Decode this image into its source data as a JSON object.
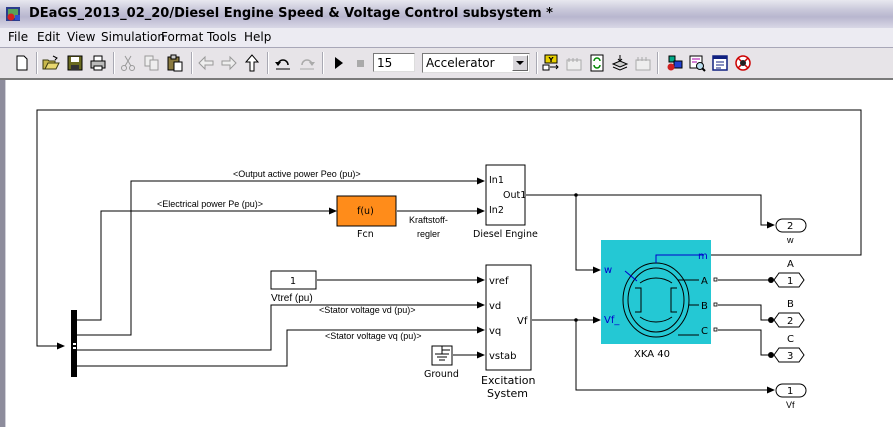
{
  "window": {
    "title": "DEaGS_2013_02_20/Diesel Engine Speed  & Voltage Control subsystem *",
    "app_icon": "simulink-model-icon"
  },
  "menu": [
    "File",
    "Edit",
    "View",
    "Simulation",
    "Format",
    "Tools",
    "Help"
  ],
  "toolbar": {
    "buttons": [
      {
        "icon": "new-file-icon",
        "enabled": true
      },
      {
        "icon": "open-folder-icon",
        "enabled": true
      },
      {
        "icon": "save-icon",
        "enabled": true
      },
      {
        "icon": "print-icon",
        "enabled": true
      },
      {
        "icon": "cut-icon",
        "enabled": false
      },
      {
        "icon": "copy-icon",
        "enabled": false
      },
      {
        "icon": "paste-icon",
        "enabled": true
      },
      {
        "icon": "back-arrow-icon",
        "enabled": false
      },
      {
        "icon": "forward-arrow-icon",
        "enabled": false
      },
      {
        "icon": "up-arrow-icon",
        "enabled": true
      },
      {
        "icon": "undo-icon",
        "enabled": true
      },
      {
        "icon": "redo-icon",
        "enabled": false
      },
      {
        "icon": "play-icon",
        "enabled": true
      },
      {
        "icon": "stop-icon",
        "enabled": false
      },
      {
        "icon": "build-icon",
        "enabled": true
      },
      {
        "icon": "update-diagram-icon",
        "enabled": false
      },
      {
        "icon": "refresh-icon",
        "enabled": true
      },
      {
        "icon": "incremental-build-icon",
        "enabled": true
      },
      {
        "icon": "build-subsystem-icon",
        "enabled": false
      },
      {
        "icon": "library-browser-icon",
        "enabled": true
      },
      {
        "icon": "model-explorer-icon",
        "enabled": true
      },
      {
        "icon": "model-properties-icon",
        "enabled": true
      },
      {
        "icon": "debug-icon",
        "enabled": true
      }
    ],
    "stop_time": "15",
    "sim_mode": "Accelerator"
  },
  "diagram": {
    "signals": {
      "peo": "<Output active power   Peo (pu)>",
      "pe": "<Electrical power  Pe (pu)>",
      "vd": "<Stator voltage  vd (pu)>",
      "vq": "<Stator voltage  vq (pu)>",
      "kraft1": "Kraftstoff-",
      "kraft2": "regler"
    },
    "blocks": {
      "fcn": {
        "expr": "f(u)",
        "label": "Fcn",
        "color": "#ff8c1a"
      },
      "diesel": {
        "label": "Diesel Engine",
        "in1": "In1",
        "in2": "In2",
        "out1": "Out1"
      },
      "vtref": {
        "value": "1",
        "label": "Vtref (pu)"
      },
      "ground": {
        "label": "Ground"
      },
      "excitation": {
        "label1": "Excitation",
        "label2": "System",
        "ports": [
          "vref",
          "vd",
          "vq",
          "vstab"
        ],
        "out": "Vf"
      },
      "machine": {
        "label": "XKA 40",
        "color": "#24c8d4",
        "in_w": "w",
        "in_vf": "Vf_",
        "out_m": "m",
        "out_a": "A",
        "out_b": "B",
        "out_c": "C"
      },
      "outports": [
        {
          "num": "2",
          "label": "w"
        },
        {
          "num": "1",
          "label": "A"
        },
        {
          "num": "2",
          "label": "B"
        },
        {
          "num": "3",
          "label": "C"
        },
        {
          "num": "1",
          "label": "Vf"
        }
      ]
    }
  }
}
